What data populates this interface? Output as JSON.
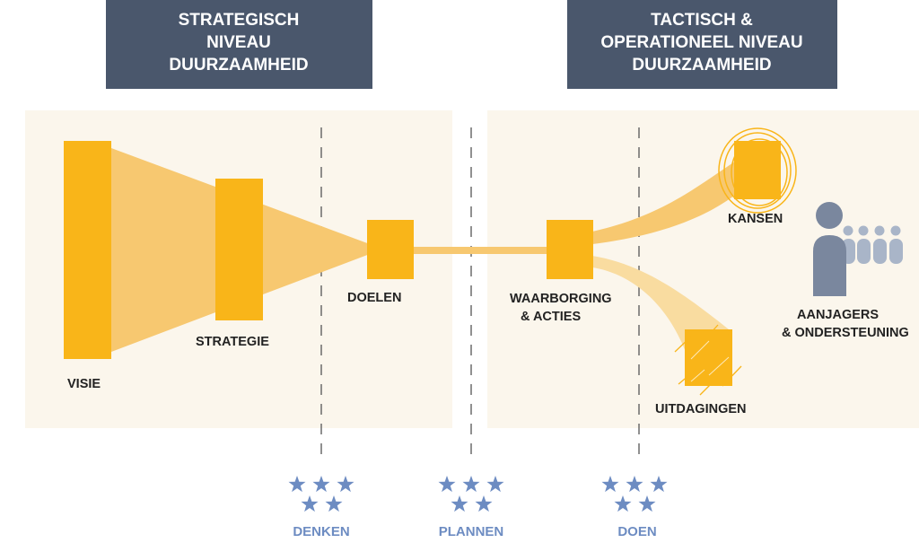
{
  "headers": {
    "left": [
      "STRATEGISCH",
      "NIVEAU",
      "DUURZAAMHEID"
    ],
    "right": [
      "TACTISCH &",
      "OPERATIONEEL NIVEAU",
      "DUURZAAMHEID"
    ]
  },
  "nodes": {
    "visie": "VISIE",
    "strategie": "STRATEGIE",
    "doelen": "DOELEN",
    "waarborging": [
      "WAARBORGING",
      "& ACTIES"
    ],
    "kansen": "KANSEN",
    "uitdagingen": "UITDAGINGEN",
    "aanjagers": [
      "AANJAGERS",
      "& ONDERSTEUNING"
    ]
  },
  "phases": [
    {
      "label": "DENKEN",
      "stars": 5
    },
    {
      "label": "PLANNEN",
      "stars": 5
    },
    {
      "label": "DOEN",
      "stars": 5
    }
  ],
  "colors": {
    "header": "#4a576c",
    "panel": "#fbf6ec",
    "block": "#f9b519",
    "cone": "#f7c870",
    "cone_light": "#f9dca0",
    "phase": "#6d8cc2",
    "person": "#7a879e",
    "person_light": "#a9b5c8"
  }
}
